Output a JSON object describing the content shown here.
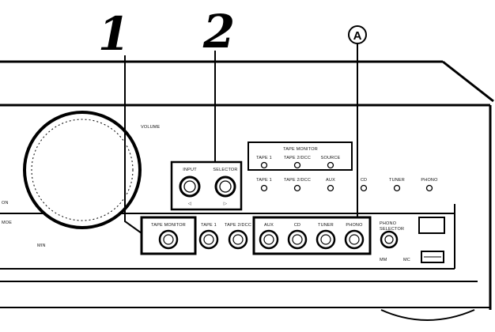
{
  "callouts": {
    "one": "1",
    "two": "2",
    "a": "A"
  },
  "panel": {
    "volume_label": "VOLUME",
    "on_label": "ON",
    "mode_label": "MOE",
    "min_label": "MIN"
  },
  "tape_monitor_group": {
    "title": "TAPE MONITOR",
    "leds": [
      "TAPE 1",
      "TAPE 2/DCC",
      "SOURCE"
    ]
  },
  "input_selector": {
    "labels": [
      "INPUT",
      "SELECTOR"
    ],
    "arrows": [
      "◁",
      "▷"
    ]
  },
  "input_leds": [
    "TAPE 1",
    "TAPE 2/DCC",
    "AUX",
    "CD",
    "TUNER",
    "PHONO"
  ],
  "buttons": {
    "tape_monitor": "TAPE MONITOR",
    "row": [
      "TAPE 1",
      "TAPE 2/DCC"
    ],
    "group_a": [
      "AUX",
      "CD",
      "TUNER",
      "PHONO"
    ]
  },
  "phono_selector": {
    "label_top": "PHONO",
    "label_bottom": "SELECTOR",
    "mm": "MM",
    "mc": "MC"
  }
}
